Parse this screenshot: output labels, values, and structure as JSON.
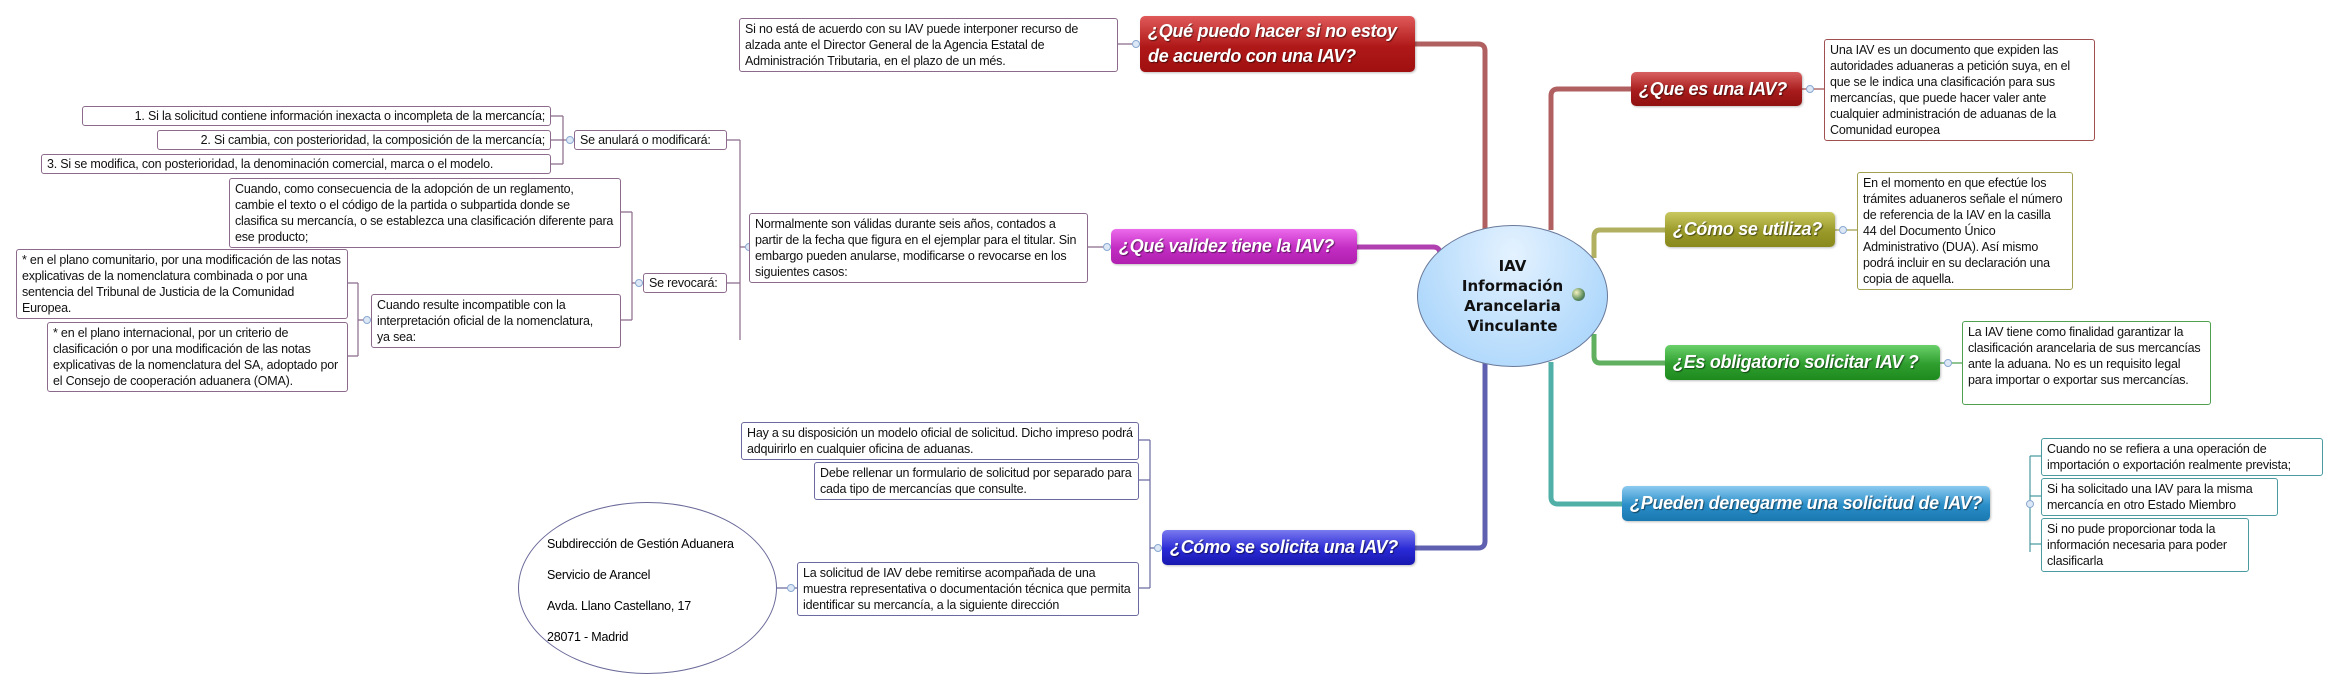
{
  "center": {
    "label": "IAV\nInformación\nArancelaria\nVinculante",
    "icon": "globe-icon"
  },
  "colors": {
    "red": "#b01818",
    "magenta": "#c22cc2",
    "olive": "#9a9a2a",
    "green": "#2e9e2e",
    "blue": "#2a2ad6",
    "teal": "#2a8ec8"
  },
  "topics": {
    "desacuerdo": {
      "title": "¿Qué puedo hacer si no estoy\nde acuerdo con una IAV?",
      "text": "Si no está de acuerdo con su IAV puede interponer recurso de alzada ante el Director General de la Agencia Estatal de Administración Tributaria, en el plazo de un més."
    },
    "validez": {
      "title": "¿Qué validez tiene la IAV?",
      "text": "Normalmente son válidas durante seis años, contados a partir de la fecha que figura en el ejemplar para el titular. Sin embargo pueden anularse, modificarse o revocarse en los siguientes casos:",
      "anulara": {
        "label": "Se anulará o modificará:",
        "items": [
          "1. Si la solicitud contiene información inexacta o incompleta de la mercancía;",
          "2. Si cambia, con posterioridad, la composición de la mercancía;",
          "3.  Si se modifica, con posterioridad, la denominación comercial, marca o el modelo."
        ]
      },
      "revocara": {
        "label": "Se revocará:",
        "reglamento": "Cuando, como consecuencia de la adopción de un reglamento, cambie el texto o el código de la partida o subpartida donde se clasifica su mercancía, o se establezca una clasificación diferente para ese producto;",
        "incompatible": "Cuando resulte incompatible con la interpretación oficial de la nomenclatura,\n ya sea:",
        "items": [
          "  * en el plano comunitario, por una modificación de las notas explicativas de la nomenclatura combinada o por una sentencia del Tribunal de Justicia de la Comunidad Europea.",
          "  * en el plano internacional, por un criterio de clasificación o por una modificación de las notas explicativas de la nomenclatura del SA, adoptado por el Consejo de cooperación aduanera (OMA)."
        ]
      }
    },
    "solicita": {
      "title": "¿Cómo se solicita una IAV?",
      "items": [
        "Hay a su disposición un modelo oficial de solicitud. Dicho impreso podrá adquirirlo en cualquier oficina de aduanas.",
        "Debe rellenar un formulario de solicitud por separado para cada tipo de mercancías que consulte.",
        "La solicitud de IAV debe remitirse acompañada de una muestra representativa o documentación técnica que permita identificar su mercancía, a la siguiente dirección"
      ],
      "address": "Subdirección de Gestión Aduanera\nServicio de Arancel\nAvda. Llano Castellano, 17\n28071 - Madrid"
    },
    "que_es": {
      "title": "¿Que es una IAV?",
      "text": "Una IAV es un documento que expiden las autoridades aduaneras a petición suya, en el que se le indica una clasificación para sus mercancías, que puede hacer valer ante cualquier administración de aduanas de la Comunidad europea"
    },
    "utiliza": {
      "title": "¿Cómo se utiliza?",
      "text": "En el momento en que efectúe los trámites aduaneros señale el número de referencia de la IAV en la casilla 44 del Documento Único Administrativo (DUA). Así mismo podrá incluir en su declaración una copia de aquella."
    },
    "obligatorio": {
      "title": "¿Es obligatorio solicitar IAV ?",
      "text": "La IAV tiene como finalidad garantizar la clasificación arancelaria de sus mercancías ante la aduana. No es un requisito legal para importar o exportar sus mercancías."
    },
    "denegar": {
      "title": "¿Pueden denegarme una solicitud de IAV?",
      "items": [
        "Cuando no se refiera a una operación de importación o exportación realmente prevista;",
        "Si ha solicitado una IAV para la misma mercancía en otro Estado Miembro",
        "Si no pude proporcionar toda la información necesaria para poder clasificarla"
      ]
    }
  }
}
